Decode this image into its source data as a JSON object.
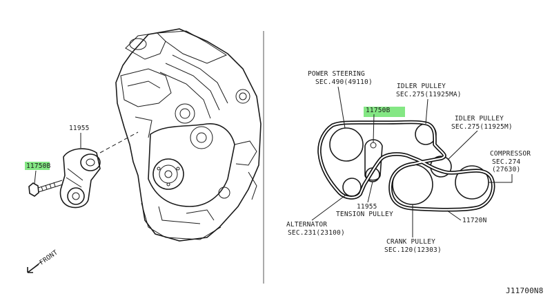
{
  "left_panel": {
    "tensioner_part_no": "11955",
    "bolt_part_no": "11750B",
    "front_label": "FRONT"
  },
  "right_panel": {
    "power_steering": {
      "name": "POWER STEERING",
      "sec": "SEC.490(49110)"
    },
    "idler_pulley_1": {
      "name": "IDLER PULLEY",
      "sec": "SEC.275(11925MA)"
    },
    "idler_pulley_2": {
      "name": "IDLER PULLEY",
      "sec": "SEC.275(11925M)"
    },
    "compressor": {
      "name": "COMPRESSOR",
      "sec": "SEC.274",
      "part": "(27630)"
    },
    "bolt_part_no": "11750B",
    "tension_pulley": {
      "part_no": "11955",
      "name": "TENSION PULLEY"
    },
    "alternator": {
      "name": "ALTERNATOR",
      "sec": "SEC.231(23100)"
    },
    "belt": {
      "part_no": "11720N"
    },
    "crank_pulley": {
      "name": "CRANK PULLEY",
      "sec": "SEC.120(12303)"
    }
  },
  "diagram_id": "J11700N8",
  "colors": {
    "ink": "#1a1a1a",
    "highlight": "#6fe36f",
    "background": "#ffffff"
  }
}
